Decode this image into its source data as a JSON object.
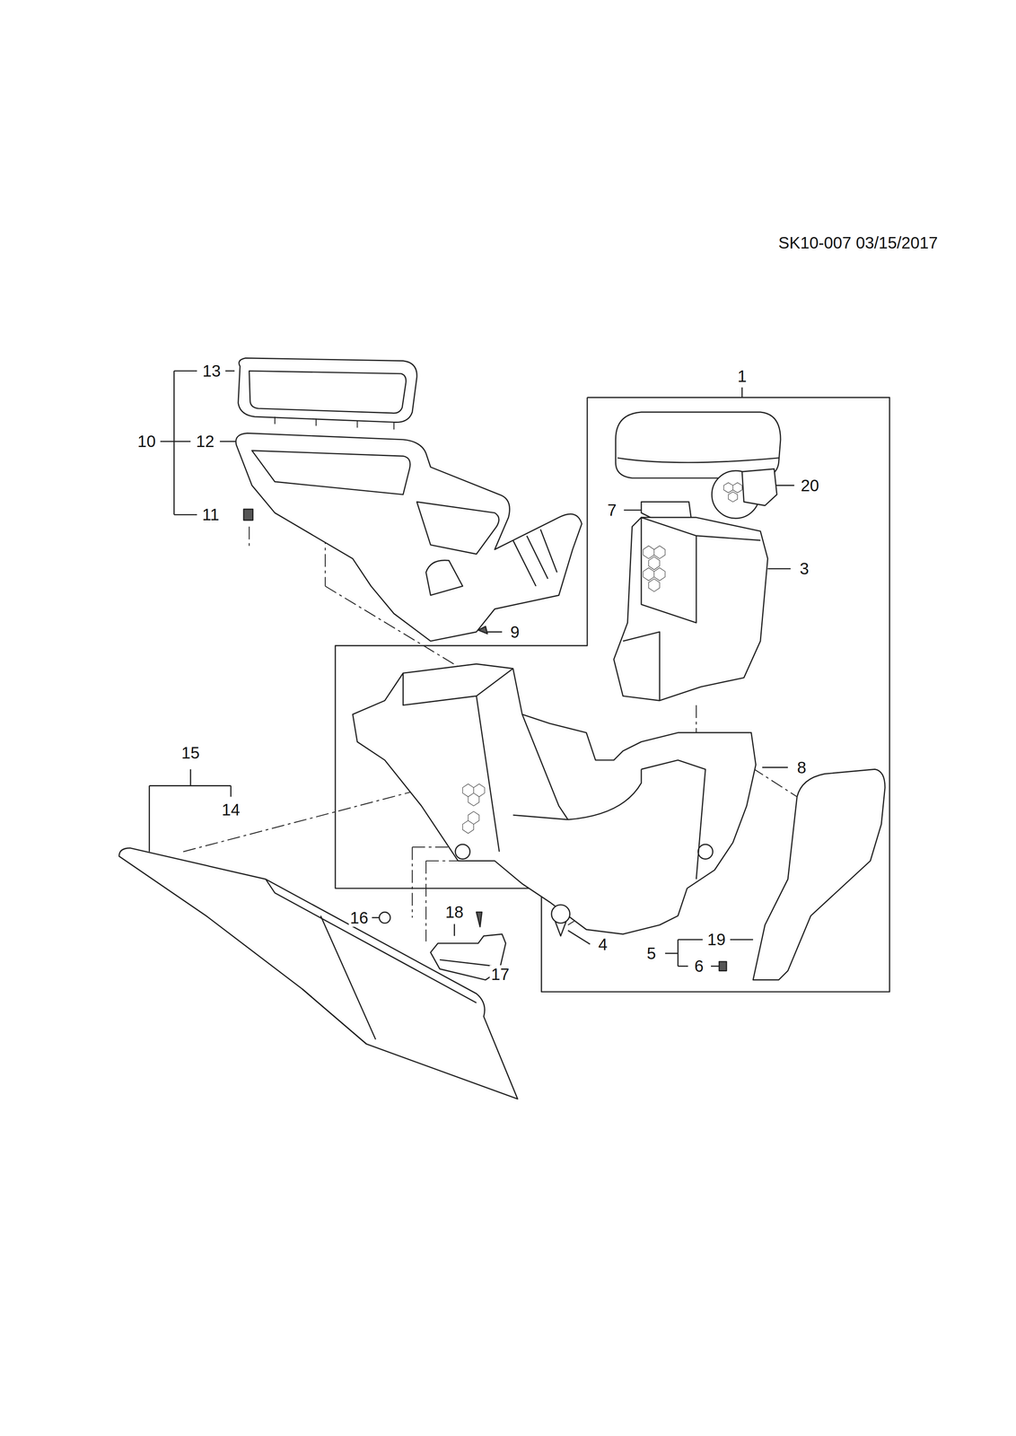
{
  "diagram": {
    "labels": [
      "SK10-007 03/15/2017",
      "1",
      "13",
      "10",
      "12",
      "11",
      "20",
      "7",
      "3",
      "9",
      "8",
      "15",
      "14",
      "16",
      "18",
      "4",
      "17",
      "5",
      "19",
      "6"
    ]
  }
}
